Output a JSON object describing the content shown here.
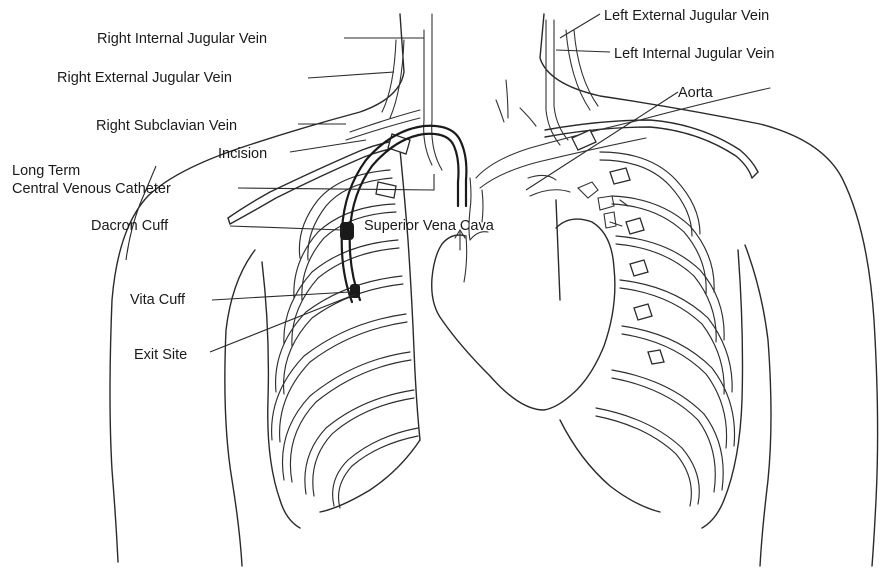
{
  "labels": {
    "right_internal_jugular_vein": "Right Internal Jugular Vein",
    "right_external_jugular_vein": "Right External Jugular Vein",
    "right_subclavian_vein": "Right Subclavian Vein",
    "incision": "Incision",
    "long_term_line1": "Long Term",
    "long_term_line2": "Central Venous Catheter",
    "dacron_cuff": "Dacron Cuff",
    "vita_cuff": "Vita Cuff",
    "exit_site": "Exit Site",
    "superior_vena_cava": "Superior Vena Cava",
    "left_external_jugular_vein": "Left External Jugular Vein",
    "left_internal_jugular_vein": "Left Internal Jugular Vein",
    "aorta": "Aorta"
  },
  "colors": {
    "line": "#2a2a2a",
    "background": "#ffffff"
  }
}
